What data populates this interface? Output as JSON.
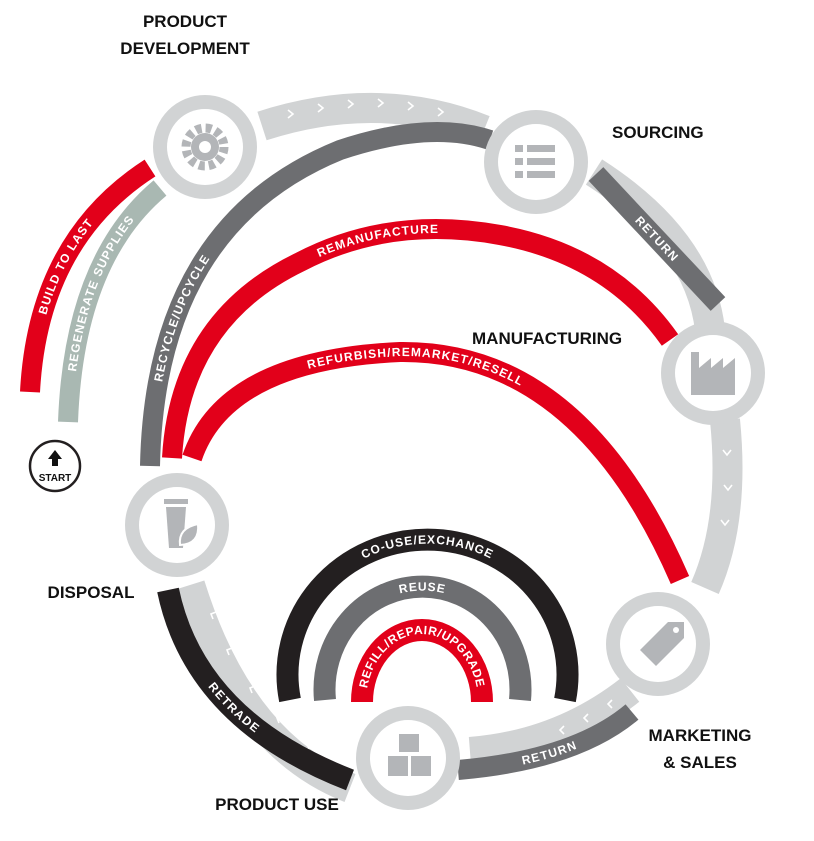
{
  "colors": {
    "red": "#e2001a",
    "dark": "#231f20",
    "mid_gray": "#6d6e71",
    "light_gray": "#d1d3d4",
    "sage": "#a9b8b2",
    "icon": "#b3b5b8"
  },
  "stages": {
    "product_development": {
      "line1": "PRODUCT",
      "line2": "DEVELOPMENT",
      "icon": "gear-icon"
    },
    "sourcing": {
      "label": "SOURCING",
      "icon": "list-icon"
    },
    "manufacturing": {
      "label": "MANUFACTURING",
      "icon": "factory-icon"
    },
    "marketing_sales": {
      "line1": "MARKETING",
      "line2": "& SALES",
      "icon": "price-tag-icon"
    },
    "product_use": {
      "label": "PRODUCT USE",
      "icon": "boxes-icon"
    },
    "disposal": {
      "label": "DISPOSAL",
      "icon": "bin-leaf-icon"
    }
  },
  "loops": {
    "build_to_last": "BUILD TO LAST",
    "regenerate_supplies": "REGENERATE SUPPLIES",
    "recycle_upcycle": "RECYCLE/UPCYCLE",
    "remanufacture": "REMANUFACTURE",
    "refurbish": "REFURBISH/REMARKET/RESELL",
    "co_use": "CO-USE/EXCHANGE",
    "reuse": "REUSE",
    "refill": "REFILL/REPAIR/UPGRADE",
    "retrade": "RETRADE",
    "return_upper": "RETURN",
    "return_lower": "RETURN"
  },
  "start": {
    "label": "START",
    "icon": "arrow-up-icon"
  }
}
